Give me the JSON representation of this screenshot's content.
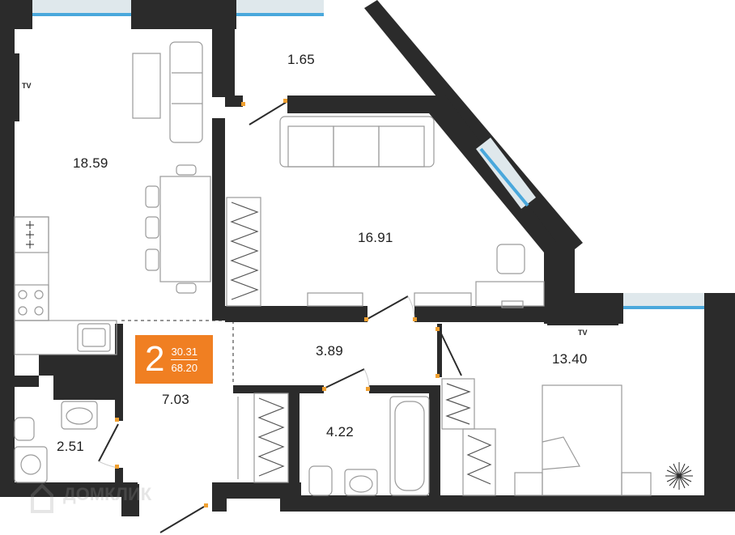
{
  "colors": {
    "wall": "#2b2b2b",
    "window_glass": "#4aa8dc",
    "window_frame": "#dfe8ec",
    "door_hinge": "#f0a030",
    "furniture_stroke": "#9a9a9a",
    "badge": "#f07f22"
  },
  "rooms": [
    {
      "key": "living_kitchen",
      "area": "18.59"
    },
    {
      "key": "balcony",
      "area": "1.65"
    },
    {
      "key": "living_room",
      "area": "16.91"
    },
    {
      "key": "hallway",
      "area": "3.89"
    },
    {
      "key": "bedroom",
      "area": "13.40"
    },
    {
      "key": "entrance",
      "area": "7.03"
    },
    {
      "key": "bathroom",
      "area": "4.22"
    },
    {
      "key": "toilet",
      "area": "2.51"
    }
  ],
  "tv_labels": [
    "TV",
    "TV"
  ],
  "badge": {
    "rooms": "2",
    "living_area": "30.31",
    "total_area": "68.20"
  },
  "watermark": {
    "text": "ДОМКЛИК",
    "icon": "house-logo-icon"
  }
}
